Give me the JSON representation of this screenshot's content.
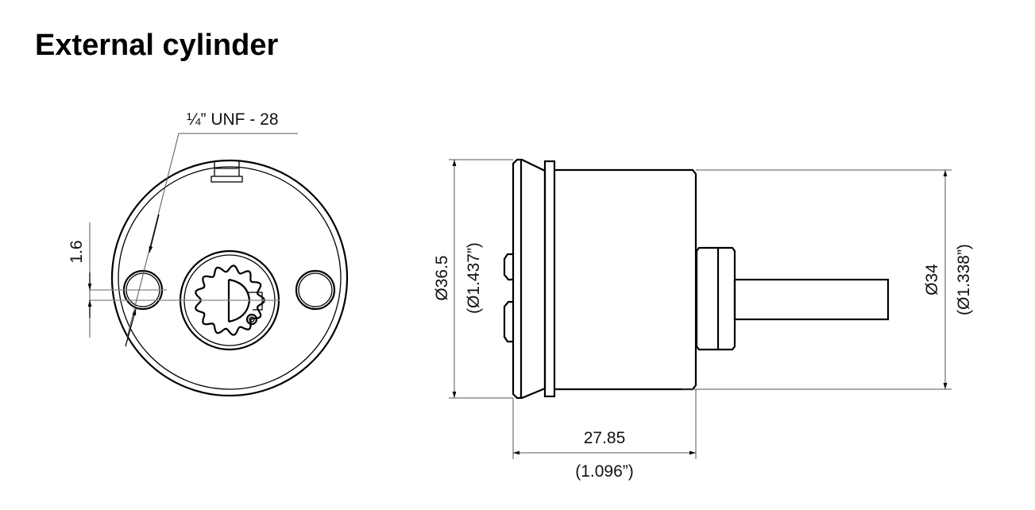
{
  "title": "External cylinder",
  "front_view": {
    "thread_label": "¼” UNF - 28",
    "offset_dim": "1.6"
  },
  "side_view": {
    "flange_diameter_mm": "Ø36.5",
    "flange_diameter_in": "(Ø1.437”)",
    "body_diameter_mm": "Ø34",
    "body_diameter_in": "(Ø1.338”)",
    "length_mm": "27.85",
    "length_in": "(1.096”)"
  }
}
